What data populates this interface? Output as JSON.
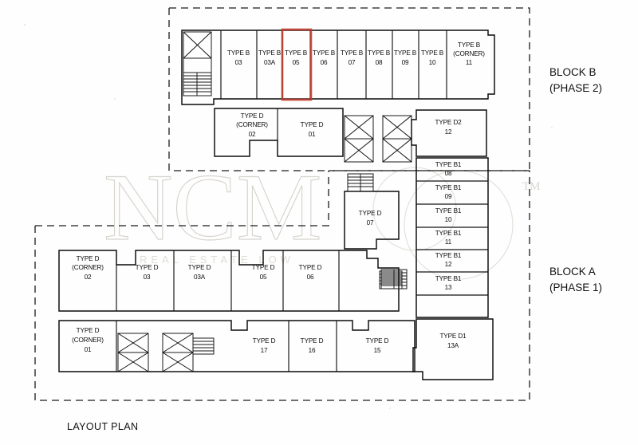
{
  "caption": "LAYOUT PLAN",
  "blocks": [
    {
      "id": "block-b",
      "name": "BLOCK B",
      "phase": "(PHASE 2)"
    },
    {
      "id": "block-a",
      "name": "BLOCK A",
      "phase": "(PHASE 1)"
    }
  ],
  "watermark": {
    "main": "NCM",
    "trademark": "TM",
    "sub": "REAL ESTATE LOW"
  },
  "highlight": {
    "unit": "05",
    "type": "TYPE B",
    "color": "#c0392b"
  },
  "units": {
    "block_b_top": [
      {
        "type": "TYPE B",
        "sub": "",
        "no": "03"
      },
      {
        "type": "TYPE B",
        "sub": "",
        "no": "03A"
      },
      {
        "type": "TYPE B",
        "sub": "",
        "no": "05"
      },
      {
        "type": "TYPE B",
        "sub": "",
        "no": "06"
      },
      {
        "type": "TYPE B",
        "sub": "",
        "no": "07"
      },
      {
        "type": "TYPE B",
        "sub": "",
        "no": "08"
      },
      {
        "type": "TYPE B",
        "sub": "",
        "no": "09"
      },
      {
        "type": "TYPE B",
        "sub": "",
        "no": "10"
      },
      {
        "type": "TYPE B",
        "sub": "(CORNER)",
        "no": "11"
      }
    ],
    "block_b_lower": [
      {
        "type": "TYPE D",
        "sub": "(CORNER)",
        "no": "02"
      },
      {
        "type": "TYPE D",
        "sub": "",
        "no": "01"
      }
    ],
    "block_a_right": [
      {
        "type": "TYPE D2",
        "sub": "",
        "no": "12"
      },
      {
        "type": "TYPE B1",
        "sub": "",
        "no": "08"
      },
      {
        "type": "TYPE B1",
        "sub": "",
        "no": "09"
      },
      {
        "type": "TYPE B1",
        "sub": "",
        "no": "10"
      },
      {
        "type": "TYPE B1",
        "sub": "",
        "no": "11"
      },
      {
        "type": "TYPE B1",
        "sub": "",
        "no": "12"
      },
      {
        "type": "TYPE B1",
        "sub": "",
        "no": "13"
      },
      {
        "type": "TYPE D1",
        "sub": "",
        "no": "13A"
      }
    ],
    "block_a_middle": [
      {
        "type": "TYPE D",
        "sub": "",
        "no": "07"
      }
    ],
    "block_a_top": [
      {
        "type": "TYPE D",
        "sub": "(CORNER)",
        "no": "02"
      },
      {
        "type": "TYPE D",
        "sub": "",
        "no": "03"
      },
      {
        "type": "TYPE D",
        "sub": "",
        "no": "03A"
      },
      {
        "type": "TYPE D",
        "sub": "",
        "no": "05"
      },
      {
        "type": "TYPE D",
        "sub": "",
        "no": "06"
      }
    ],
    "block_a_bottom": [
      {
        "type": "TYPE D",
        "sub": "(CORNER)",
        "no": "01"
      },
      {
        "type": "TYPE D",
        "sub": "",
        "no": "17"
      },
      {
        "type": "TYPE D",
        "sub": "",
        "no": "16"
      },
      {
        "type": "TYPE D",
        "sub": "",
        "no": "15"
      }
    ]
  }
}
